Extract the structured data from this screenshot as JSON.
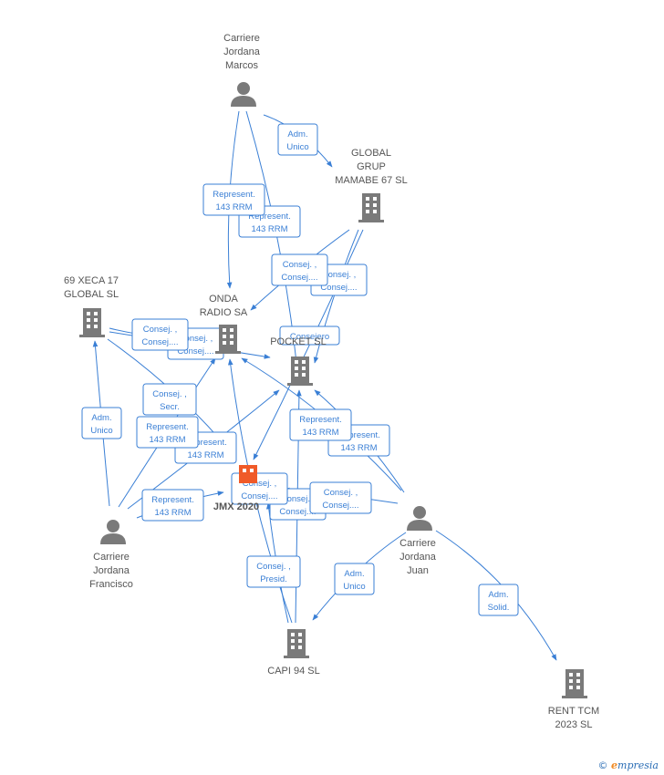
{
  "nodes": {
    "marcos": {
      "lines": [
        "Carriere",
        "Jordana",
        "Marcos"
      ],
      "kind": "person"
    },
    "mamabe": {
      "lines": [
        "GLOBAL",
        "GRUP",
        "MAMABE 67  SL"
      ],
      "kind": "company"
    },
    "xeca": {
      "lines": [
        "69 XECA 17",
        "GLOBAL  SL"
      ],
      "kind": "company"
    },
    "onda": {
      "lines": [
        "ONDA",
        "RADIO SA"
      ],
      "kind": "company"
    },
    "pocket": {
      "lines": [
        "POCKET SL"
      ],
      "kind": "company"
    },
    "jmx": {
      "lines": [
        "JMX 2020"
      ],
      "kind": "focus-company"
    },
    "francisco": {
      "lines": [
        "Carriere",
        "Jordana",
        "Francisco"
      ],
      "kind": "person"
    },
    "juan": {
      "lines": [
        "Carriere",
        "Jordana",
        "Juan"
      ],
      "kind": "person"
    },
    "capi": {
      "lines": [
        "CAPI 94 SL"
      ],
      "kind": "company"
    },
    "rent": {
      "lines": [
        "RENT TCM",
        "2023  SL"
      ],
      "kind": "company"
    }
  },
  "edges": [
    {
      "id": "marcos-mamabe-adm",
      "lines": [
        "Adm.",
        "Unico"
      ]
    },
    {
      "id": "marcos-onda-rep",
      "lines": [
        "Represent.",
        "143 RRM"
      ]
    },
    {
      "id": "marcos-pocket-rep",
      "lines": [
        "Represent.",
        "143 RRM"
      ]
    },
    {
      "id": "mamabe-onda-consej",
      "lines": [
        "Consej. ,",
        "Consej...."
      ]
    },
    {
      "id": "mamabe-pocket-consej",
      "lines": [
        "Consej. ,",
        "Consej...."
      ]
    },
    {
      "id": "mamabe-jmx-consejero",
      "lines": [
        "Consejero"
      ]
    },
    {
      "id": "xeca-onda-consej",
      "lines": [
        "Consej. ,",
        "Consej...."
      ]
    },
    {
      "id": "xeca-pocket-consej",
      "lines": [
        "Consej. ,",
        "Consej...."
      ]
    },
    {
      "id": "xeca-jmx-secr",
      "lines": [
        "Consej. ,",
        "Secr."
      ]
    },
    {
      "id": "francisco-xeca-adm",
      "lines": [
        "Adm.",
        "Unico"
      ]
    },
    {
      "id": "francisco-onda-rep",
      "lines": [
        "Represent.",
        "143 RRM"
      ]
    },
    {
      "id": "francisco-pocket-rep",
      "lines": [
        "Represent.",
        "143 RRM"
      ]
    },
    {
      "id": "francisco-jmx-rep",
      "lines": [
        "Represent.",
        "143 RRM"
      ]
    },
    {
      "id": "juan-onda-rep",
      "lines": [
        "Represent.",
        "143 RRM"
      ]
    },
    {
      "id": "juan-pocket-rep",
      "lines": [
        "Represent.",
        "143 RRM"
      ]
    },
    {
      "id": "juan-jmx-rep",
      "lines": [
        "Represent.",
        "143 RRM"
      ]
    },
    {
      "id": "capi-jmx-consej",
      "lines": [
        "Consej. ,",
        "Consej...."
      ]
    },
    {
      "id": "capi-pocket-consej",
      "lines": [
        "Consej. ,",
        "Consej...."
      ]
    },
    {
      "id": "capi-onda-presid",
      "lines": [
        "Consej. ,",
        "Presid."
      ]
    },
    {
      "id": "juan-capi-adm",
      "lines": [
        "Adm.",
        "Unico"
      ]
    },
    {
      "id": "juan-rent-adm",
      "lines": [
        "Adm.",
        "Solid."
      ]
    }
  ],
  "watermark": {
    "symbol": "©",
    "brand_e": "e",
    "brand_rest": "mpresia"
  },
  "colors": {
    "edge": "#3a7fd5",
    "node": "#7a7a7a",
    "focus": "#f05a28",
    "brand": "#2a6db5",
    "brand_accent": "#f08a24"
  }
}
